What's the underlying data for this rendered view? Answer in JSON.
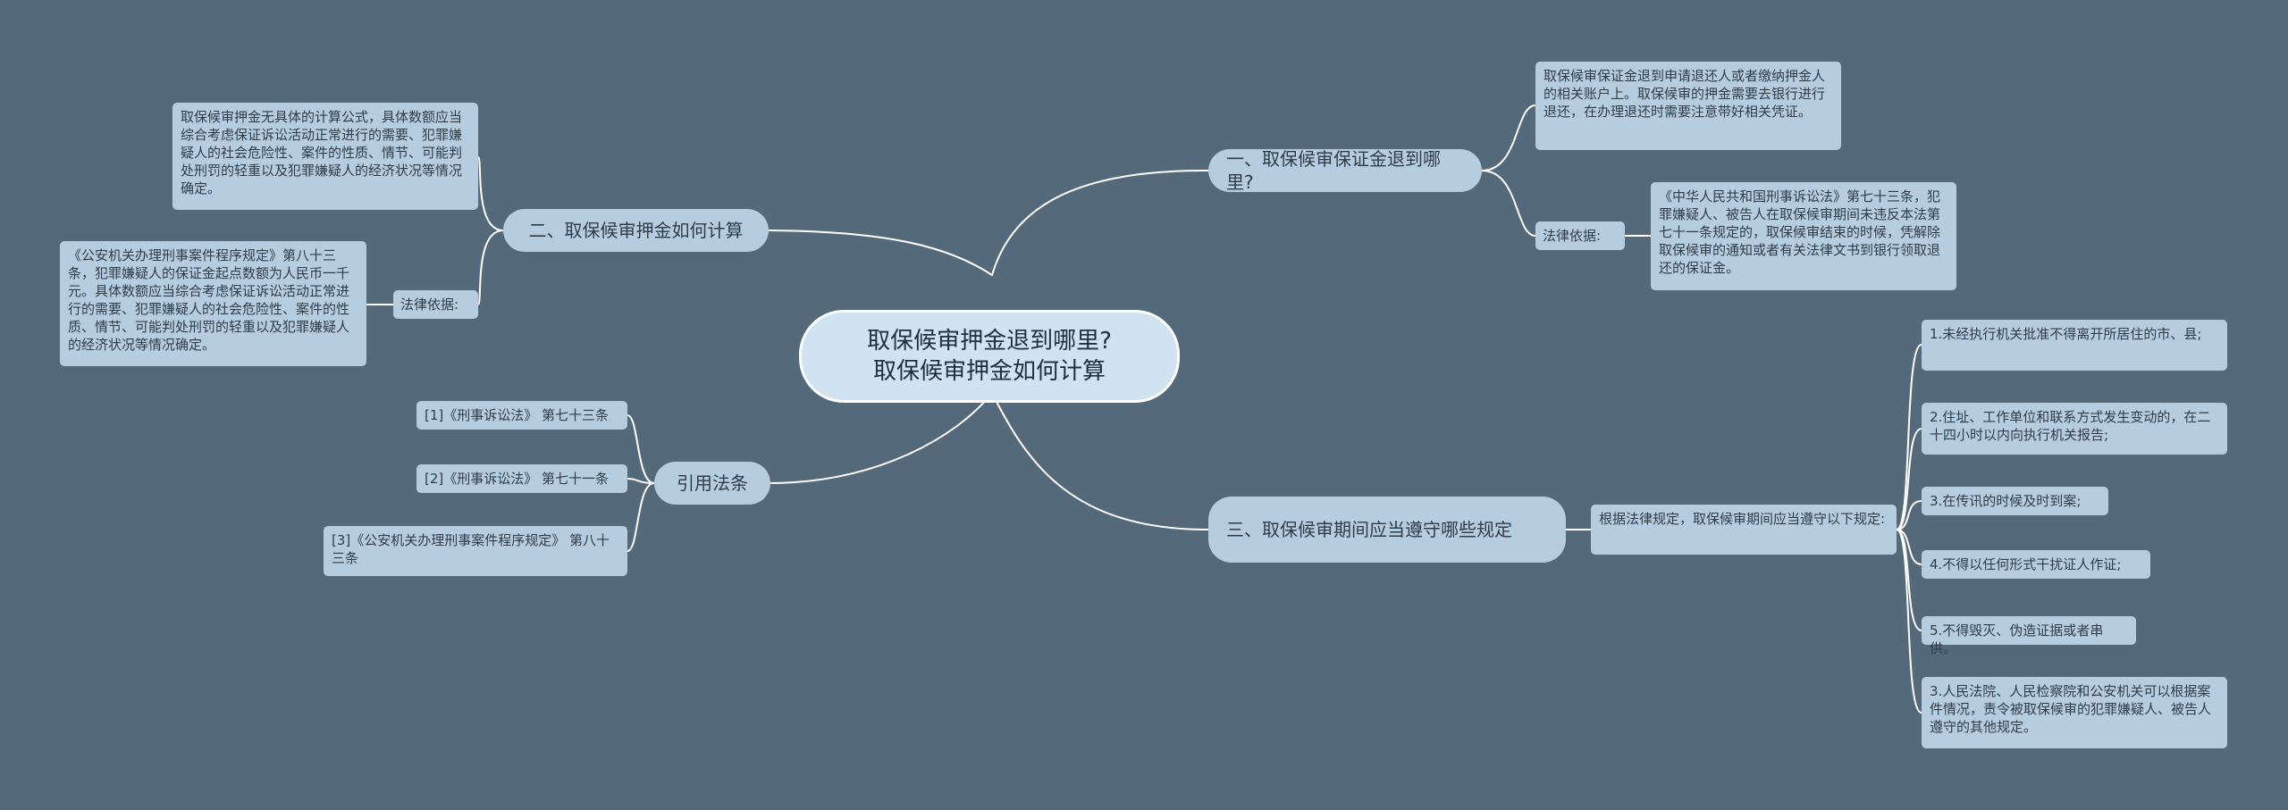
{
  "root": {
    "line1": "取保候审押金退到哪里?",
    "line2": "取保候审押金如何计算"
  },
  "branch1": {
    "title": "一、取保候审保证金退到哪里?",
    "text": "取保候审保证金退到申请退还人或者缴纳押金人的相关账户上。取保候审的押金需要去银行进行退还，在办理退还时需要注意带好相关凭证。",
    "basis_label": "法律依据:",
    "basis_text": "《中华人民共和国刑事诉讼法》第七十三条，犯罪嫌疑人、被告人在取保候审期间未违反本法第七十一条规定的，取保候审结束的时候，凭解除取保候审的通知或者有关法律文书到银行领取退还的保证金。"
  },
  "branch2": {
    "title": "二、取保候审押金如何计算",
    "text": "取保候审押金无具体的计算公式，具体数额应当综合考虑保证诉讼活动正常进行的需要、犯罪嫌疑人的社会危险性、案件的性质、情节、可能判处刑罚的轻重以及犯罪嫌疑人的经济状况等情况确定。",
    "basis_label": "法律依据:",
    "basis_text": "《公安机关办理刑事案件程序规定》第八十三条，犯罪嫌疑人的保证金起点数额为人民币一千元。具体数额应当综合考虑保证诉讼活动正常进行的需要、犯罪嫌疑人的社会危险性、案件的性质、情节、可能判处刑罚的轻重以及犯罪嫌疑人的经济状况等情况确定。"
  },
  "branch3": {
    "title": "三、取保候审期间应当遵守哪些规定",
    "intro": "根据法律规定，取保候审期间应当遵守以下规定:",
    "items": [
      "1.未经执行机关批准不得离开所居住的市、县;",
      "2.住址、工作单位和联系方式发生变动的，在二十四小时以内向执行机关报告;",
      "3.在传讯的时候及时到案;",
      "4.不得以任何形式干扰证人作证;",
      "5.不得毁灭、伪造证据或者串供。",
      "3.人民法院、人民检察院和公安机关可以根据案件情况，责令被取保候审的犯罪嫌疑人、被告人遵守的其他规定。"
    ]
  },
  "branch4": {
    "title": "引用法条",
    "items": [
      "[1]《刑事诉讼法》 第七十三条",
      "[2]《刑事诉讼法》 第七十一条",
      "[3]《公安机关办理刑事案件程序规定》 第八十三条"
    ]
  },
  "colors": {
    "background": "#546a7b",
    "node": "#b6cde0",
    "root": "#cfe3f0",
    "link": "#ffffff"
  }
}
